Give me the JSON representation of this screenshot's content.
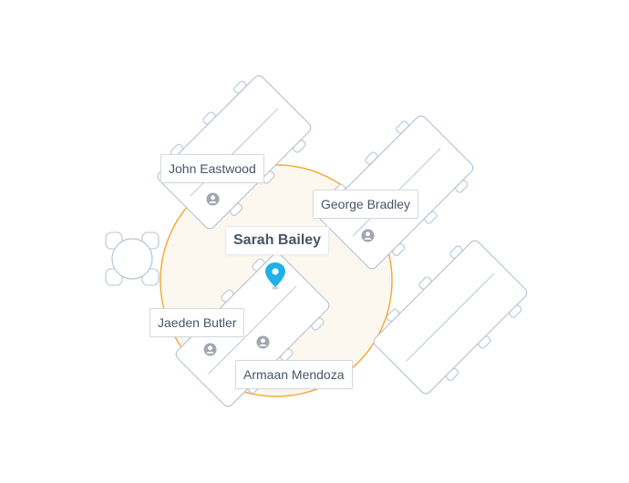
{
  "colors": {
    "radius_fill": "#fdf8ef",
    "radius_stroke": "#f0ad3c",
    "pin": "#1fb0e6",
    "person_icon": "#a1a7b0"
  },
  "icons": {
    "pin": "map-pin-icon",
    "person": "person-icon"
  },
  "people": {
    "focus": "Sarah Bailey",
    "john": "John Eastwood",
    "george": "George Bradley",
    "jaeden": "Jaeden Butler",
    "armaan": "Armaan Mendoza"
  }
}
